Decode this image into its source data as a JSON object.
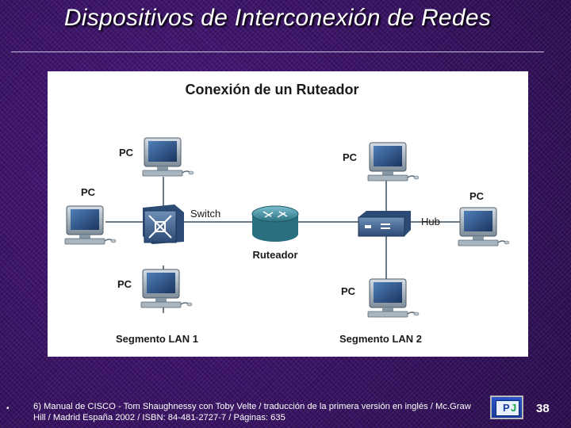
{
  "slide": {
    "title": "Dispositivos de Interconexión de Redes",
    "bullet": "•",
    "reference": "6) Manual de CISCO - Tom Shaughnessy con Toby Velte / traducción de la primera versión en inglés / Mc.Graw Hill / Madrid España 2002 / ISBN: 84-481-2727-7 / Páginas: 635",
    "page_number": "38",
    "logo_icon": "presentation-logo-icon"
  },
  "diagram": {
    "title": "Conexión de un Ruteador",
    "pc_label": "PC",
    "switch_label": "Switch",
    "hub_label": "Hub",
    "router_label": "Ruteador",
    "segment1_label": "Segmento LAN 1",
    "segment2_label": "Segmento LAN 2",
    "colors": {
      "line": "#6a7a86",
      "device_blue": "#3a5a86",
      "router_teal": "#3f8ea0"
    }
  }
}
